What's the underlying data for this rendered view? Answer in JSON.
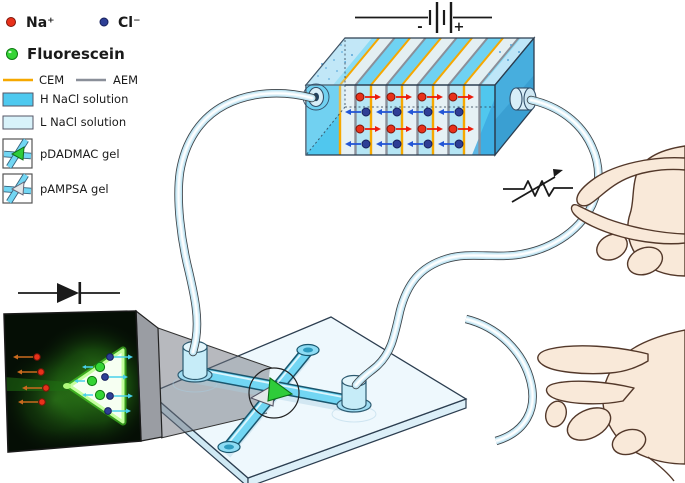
{
  "figure_type": "scientific-schematic",
  "legend": {
    "na": {
      "label": "Na⁺"
    },
    "cl": {
      "label": "Cl⁻"
    },
    "fluorescein": {
      "label": "Fluorescein"
    },
    "cem": {
      "label": "CEM"
    },
    "aem": {
      "label": "AEM"
    },
    "h_nacl": {
      "label": "H NaCl solution"
    },
    "l_nacl": {
      "label": "L NaCl solution"
    },
    "pdadmac": {
      "label": "pDADMAC gel"
    },
    "pampsa": {
      "label": "pAMPSA gel"
    }
  },
  "battery": {
    "minus": "-",
    "plus": "+"
  },
  "colors": {
    "bg": "#ffffff",
    "ink": "#1a1a1a",
    "outline": "#2c3e50",
    "cem": "#f6a800",
    "aem": "#8a8f99",
    "na": "#e8311a",
    "na-stroke": "#7c150a",
    "cl": "#2e3f96",
    "cl-stroke": "#16205c",
    "fluor": "#35d435",
    "fluor-stroke": "#0e7a12",
    "h-sol": "#4ec9ef",
    "l-sol": "#d8f2fa",
    "pale-comp": "#e6f1f5",
    "ion-comp": "#b5e5f4",
    "elec-cyan": "#50c7ee",
    "right-face": "#47aede",
    "tube-outline": "#3c4247",
    "tube-body": "#bfe5f3",
    "tube-light": "#e4f3fa",
    "tube-core": "#ffffff",
    "arrow-red": "#ec1c0c",
    "arrow-blue": "#2356d6",
    "skin": "#f9e9d9",
    "skin-line": "#53382a",
    "plate-top": "#eef8fd",
    "plate-side": "#cfe9f4",
    "channel": "#72d6f3",
    "channel-dark": "#19566e",
    "gel-green": "#2ecc3a",
    "gel-gray": "#e2e7e9",
    "inset-bg": "#050e05",
    "cyan-arrow": "#49d0ea",
    "gray-plane": "#70747e"
  }
}
